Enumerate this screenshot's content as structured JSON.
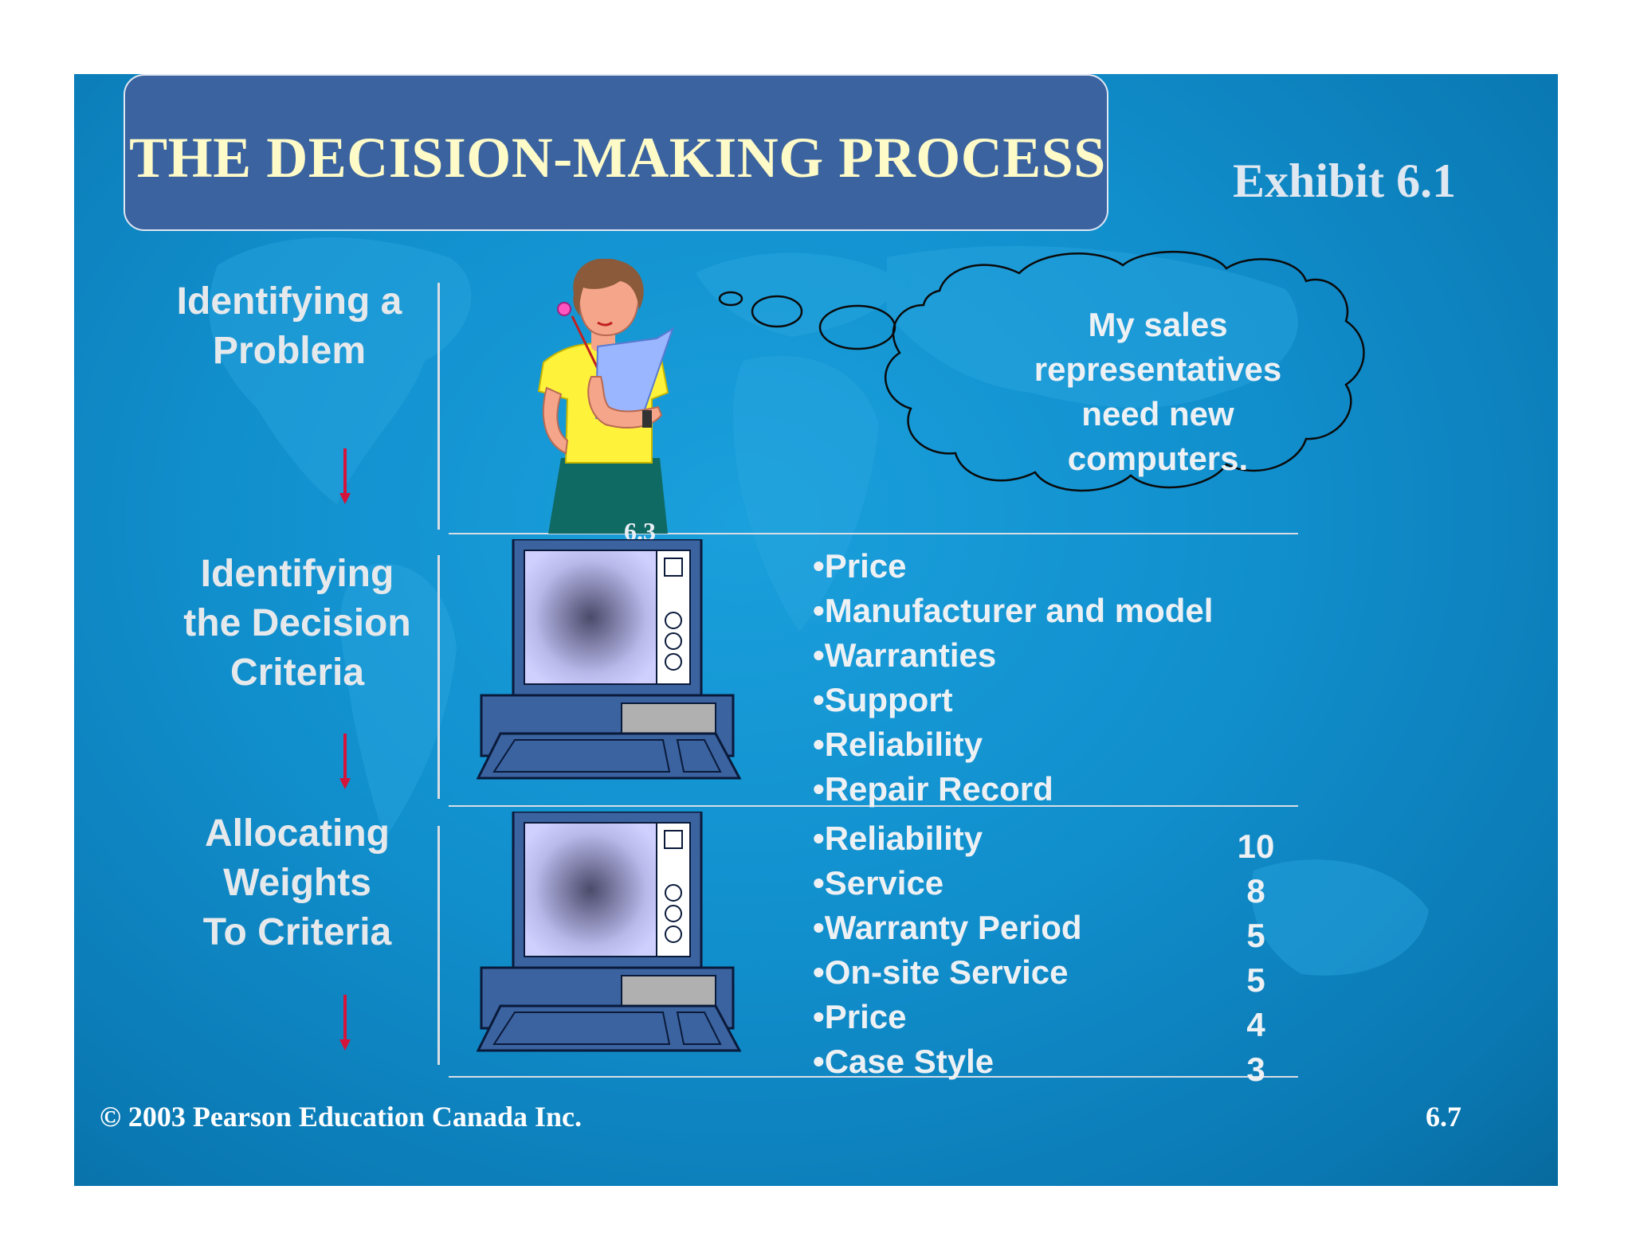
{
  "slide": {
    "title": "THE DECISION-MAKING PROCESS",
    "exhibit": "Exhibit 6.1",
    "small_label": "6.3"
  },
  "steps": [
    {
      "label_line1": "Identifying a",
      "label_line2": "Problem",
      "label_line3": ""
    },
    {
      "label_line1": "Identifying",
      "label_line2": "the Decision",
      "label_line3": "Criteria"
    },
    {
      "label_line1": "Allocating",
      "label_line2": "Weights",
      "label_line3": "To Criteria"
    }
  ],
  "thought_bubble": {
    "line1": "My sales",
    "line2": "representatives",
    "line3": "need new",
    "line4": "computers."
  },
  "criteria": [
    "•Price",
    "•Manufacturer and model",
    "•Warranties",
    "•Support",
    "•Reliability",
    "•Repair Record"
  ],
  "weighted_criteria": [
    {
      "name": "•Reliability",
      "weight": "10"
    },
    {
      "name": "•Service",
      "weight": "8"
    },
    {
      "name": "•Warranty Period",
      "weight": "5"
    },
    {
      "name": "•On-site Service",
      "weight": "5"
    },
    {
      "name": "•Price",
      "weight": "4"
    },
    {
      "name": "•Case Style",
      "weight": "3"
    }
  ],
  "footer": {
    "copyright": "© 2003 Pearson Education Canada Inc.",
    "page": "6.7"
  },
  "colors": {
    "background": "#118fcd",
    "title_box": "#3b63a0",
    "title_text": "#fffbc8",
    "arrow": "#d4143a"
  }
}
